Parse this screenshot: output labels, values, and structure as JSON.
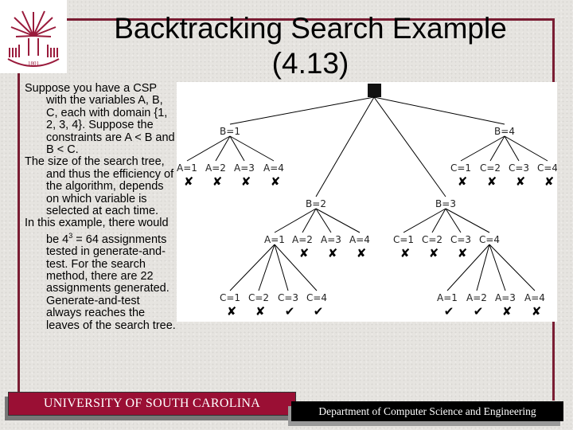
{
  "title": "Backtracking Search Example (4.13)",
  "body": {
    "p1": "Suppose you have a CSP with the variables A, B, C, each with domain {1, 2, 3, 4}. Suppose the constraints are A < B and B < C.",
    "p2": "The size of the search tree, and thus the efficiency of the algorithm, depends on which variable is selected at each time.",
    "p3_before": "In this example, there would be 4",
    "p3_sup": "3",
    "p3_after": " = 64 assignments tested in generate-and-test. For the search method, there are 22 assignments generated. Generate-and-test always reaches the leaves of the search tree."
  },
  "tree": {
    "children": [
      {
        "label": "B=1",
        "children": [
          {
            "label": "A=1",
            "result": "fail"
          },
          {
            "label": "A=2",
            "result": "fail"
          },
          {
            "label": "A=3",
            "result": "fail"
          },
          {
            "label": "A=4",
            "result": "fail"
          }
        ]
      },
      {
        "label": "B=2",
        "children": [
          {
            "label": "A=1",
            "children": [
              {
                "label": "C=1",
                "result": "fail"
              },
              {
                "label": "C=2",
                "result": "fail"
              },
              {
                "label": "C=3",
                "result": "ok"
              },
              {
                "label": "C=4",
                "result": "ok"
              }
            ]
          },
          {
            "label": "A=2",
            "result": "fail"
          },
          {
            "label": "A=3",
            "result": "fail"
          },
          {
            "label": "A=4",
            "result": "fail"
          }
        ]
      },
      {
        "label": "B=3",
        "children": [
          {
            "label": "C=1",
            "result": "fail"
          },
          {
            "label": "C=2",
            "result": "fail"
          },
          {
            "label": "C=3",
            "result": "fail"
          },
          {
            "label": "C=4",
            "children": [
              {
                "label": "A=1",
                "result": "ok"
              },
              {
                "label": "A=2",
                "result": "ok"
              },
              {
                "label": "A=3",
                "result": "fail"
              },
              {
                "label": "A=4",
                "result": "fail"
              }
            ]
          }
        ]
      },
      {
        "label": "B=4",
        "children": [
          {
            "label": "C=1",
            "result": "fail"
          },
          {
            "label": "C=2",
            "result": "fail"
          },
          {
            "label": "C=3",
            "result": "fail"
          },
          {
            "label": "C=4",
            "result": "fail"
          }
        ]
      }
    ]
  },
  "footer": {
    "university": "UNIVERSITY OF SOUTH CAROLINA",
    "department": "Department of Computer Science and Engineering"
  },
  "colors": {
    "garnet": "#7a1d33",
    "banner": "#9a0f34"
  }
}
